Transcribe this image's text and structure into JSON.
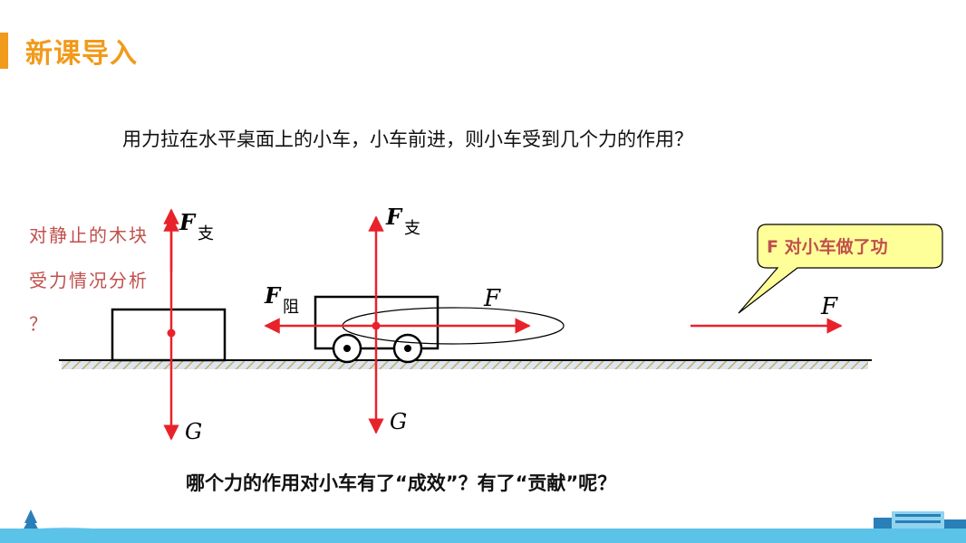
{
  "header": {
    "title": "新课导入"
  },
  "question": "用力拉在水平桌面上的小车，小车前进，则小车受到几个力的作用？",
  "side_note": {
    "line1": "对静止的木块",
    "line2": "受力情况分析",
    "line3": "？"
  },
  "labels": {
    "f_support_main": "F",
    "f_support_sub": "支",
    "f_resist_main": "F",
    "f_resist_sub": "阻",
    "f_pull": "F",
    "gravity": "G"
  },
  "callout": {
    "text": "F 对小车做了功"
  },
  "bottom_question": "哪个力的作用对小车有了“成效”？有了“贡献”呢？",
  "colors": {
    "accent": "#f29a1a",
    "arrow": "#e8222a",
    "note": "#c0504d",
    "callout_bg": "#ffff99"
  }
}
